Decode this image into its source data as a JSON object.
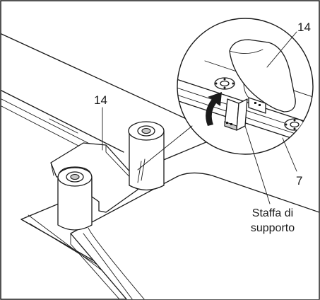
{
  "figure": {
    "callouts": {
      "main_part": "14",
      "detail_part": "14",
      "rail": "7",
      "bracket_line1": "Staffa di",
      "bracket_line2": "supporto"
    }
  }
}
